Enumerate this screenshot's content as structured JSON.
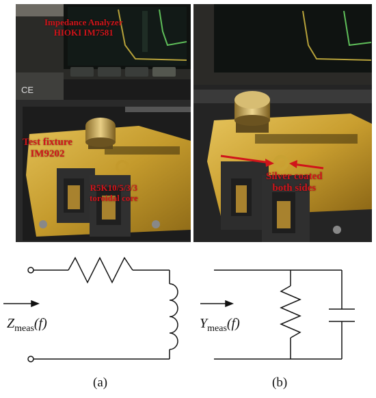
{
  "photo_a": {
    "analyzer_label_line1": "Impedance Analyzer",
    "analyzer_label_line2": "HIOKI IM7581",
    "fixture_label_line1": "Test fixture",
    "fixture_label_line2": "IM9202",
    "core_label_line1": "R5K10/5/3/3",
    "core_label_line2": "toroidal core"
  },
  "photo_b": {
    "coating_label_line1": "Silver coated",
    "coating_label_line2": "both sides"
  },
  "circuit_a": {
    "quantity": "Z",
    "subscript": "meas",
    "argument": "(f)",
    "caption": "(a)"
  },
  "circuit_b": {
    "quantity": "Y",
    "subscript": "meas",
    "argument": "(f)",
    "caption": "(b)"
  },
  "colors": {
    "annotation_red": "#d0141a",
    "fixture_gold": "#c9a233",
    "wire_black": "#111111"
  }
}
